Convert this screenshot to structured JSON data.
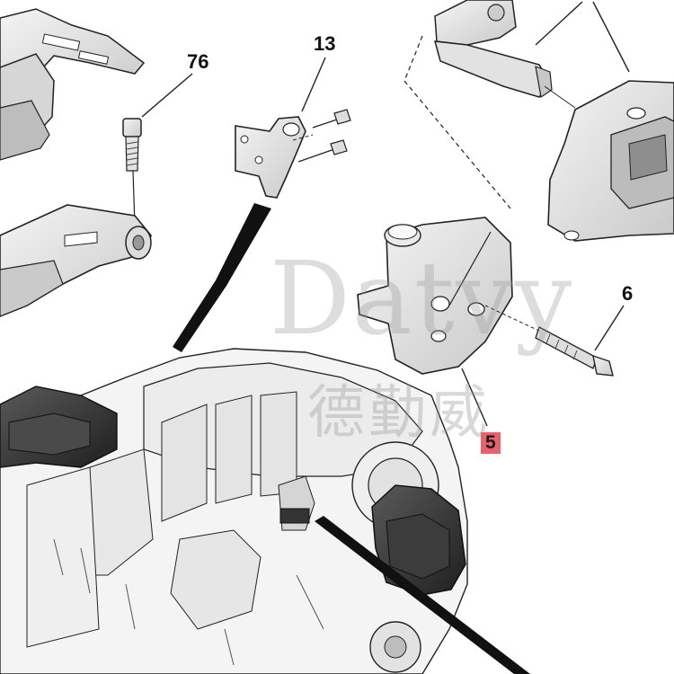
{
  "callouts": {
    "bolt_76": "76",
    "bracket_13": "13",
    "bolt_6": "6",
    "mount_5": "5"
  },
  "watermark": {
    "latin": "Datvy",
    "cjk": "德勤威"
  },
  "colors": {
    "highlight": "#e8626b",
    "line": "#1a1a1a",
    "part_fill": "#e9e9e9",
    "part_shade": "#cfcfcf",
    "dark_part": "#3a3a3a"
  }
}
